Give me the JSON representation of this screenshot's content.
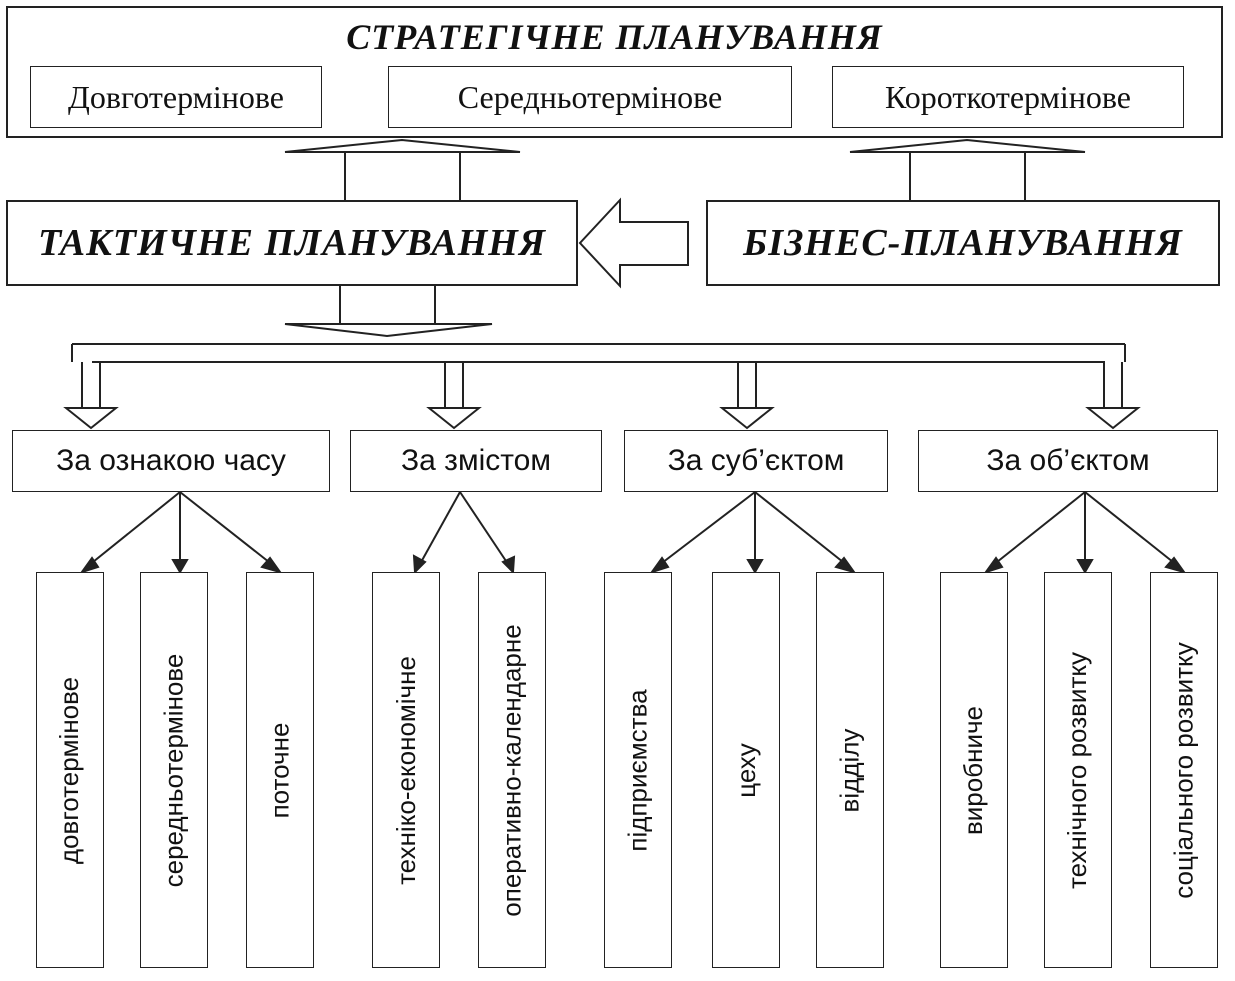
{
  "strategic": {
    "title": "СТРАТЕГІЧНЕ ПЛАНУВАННЯ",
    "items": [
      "Довготермінове",
      "Середньотермінове",
      "Короткотермінове"
    ]
  },
  "tactical": {
    "title": "ТАКТИЧНЕ ПЛАНУВАННЯ"
  },
  "business": {
    "title": "БІЗНЕС-ПЛАНУВАННЯ"
  },
  "categories": [
    {
      "label": "За ознакою часу",
      "leaves": [
        "довготермінове",
        "середньотермінове",
        "поточне"
      ]
    },
    {
      "label": "За змістом",
      "leaves": [
        "техніко-економічне",
        "оперативно-календарне"
      ]
    },
    {
      "label": "За суб’єктом",
      "leaves": [
        "підприємства",
        "цеху",
        "відділу"
      ]
    },
    {
      "label": "За об’єктом",
      "leaves": [
        "виробниче",
        "технічного розвитку",
        "соціального розвитку"
      ]
    }
  ]
}
